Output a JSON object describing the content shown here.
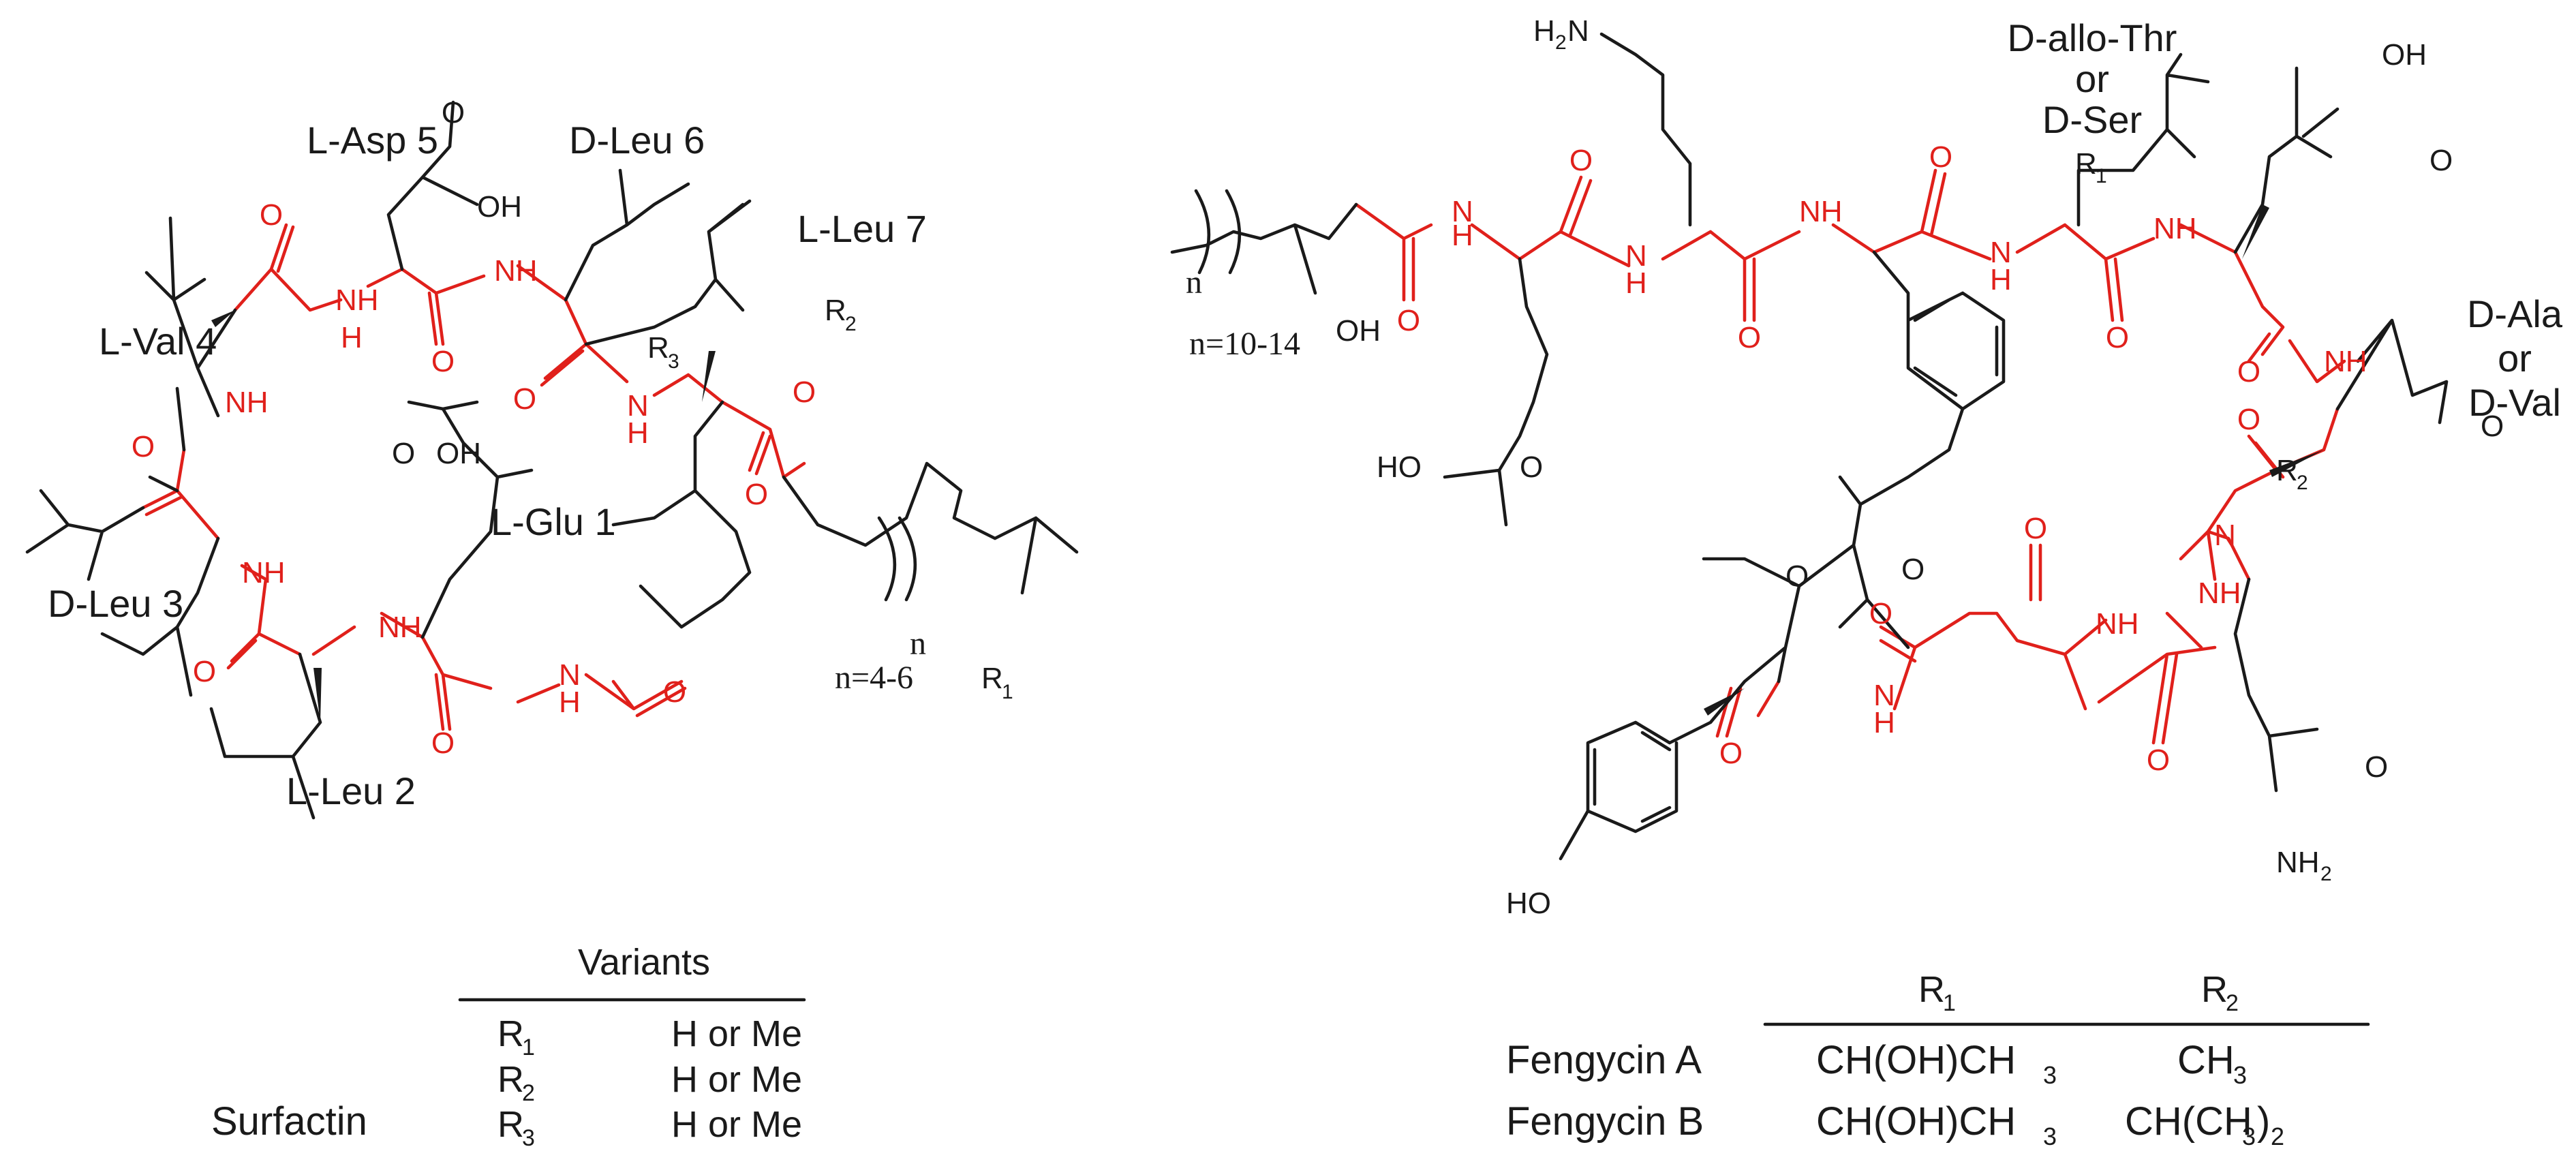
{
  "surfactin": {
    "name": "Surfactin",
    "residues": {
      "asp5": "L-Asp 5",
      "leu6": "D-Leu 6",
      "leu7": "L-Leu 7",
      "val4": "L-Val 4",
      "glu1": "L-Glu 1",
      "leu3": "D-Leu 3",
      "leu2": "L-Leu 2"
    },
    "chain_n": "n=4-6",
    "n_symbol": "n",
    "atoms": {
      "O": "O",
      "OH": "OH",
      "NH": "NH",
      "H": "H",
      "N": "N"
    },
    "r_sub": {
      "R": "R",
      "r1": "1",
      "r2": "2",
      "r3": "3"
    },
    "variants": {
      "header": "Variants",
      "rows": [
        {
          "r_sub": "1",
          "value": "H or Me"
        },
        {
          "r_sub": "2",
          "value": "H or Me"
        },
        {
          "r_sub": "3",
          "value": "H or Me"
        }
      ]
    }
  },
  "fengycin": {
    "residues": {
      "thr_ser_1": "D-allo-Thr",
      "thr_ser_2": "or",
      "thr_ser_3": "D-Ser",
      "ala_val_1": "D-Ala",
      "ala_val_2": "or",
      "ala_val_3": "D-Val"
    },
    "chain_n": "n=10-14",
    "n_symbol": "n",
    "atoms": {
      "H2N": "H",
      "H2N_sub": "2",
      "H2N_tail": "N",
      "NH2": "NH",
      "NH2_sub": "2",
      "HO": "HO",
      "OH": "OH",
      "O": "O",
      "NH": "NH",
      "H": "H",
      "N": "N"
    },
    "table": {
      "col1_R": "R",
      "col1_sub": "1",
      "col2_R": "R",
      "col2_sub": "2",
      "rows": [
        {
          "name": "Fengycin A",
          "r1_main": "CH(OH)CH",
          "r1_sub": "3",
          "r1_tail": "",
          "r2_main": "CH",
          "r2_sub": "3",
          "r2_tail": ""
        },
        {
          "name": "Fengycin B",
          "r1_main": "CH(OH)CH",
          "r1_sub": "3",
          "r1_tail": "",
          "r2_main": "CH(CH",
          "r2_sub": "3",
          "r2_tail": ")",
          "r2_sub2": "2"
        }
      ]
    }
  }
}
